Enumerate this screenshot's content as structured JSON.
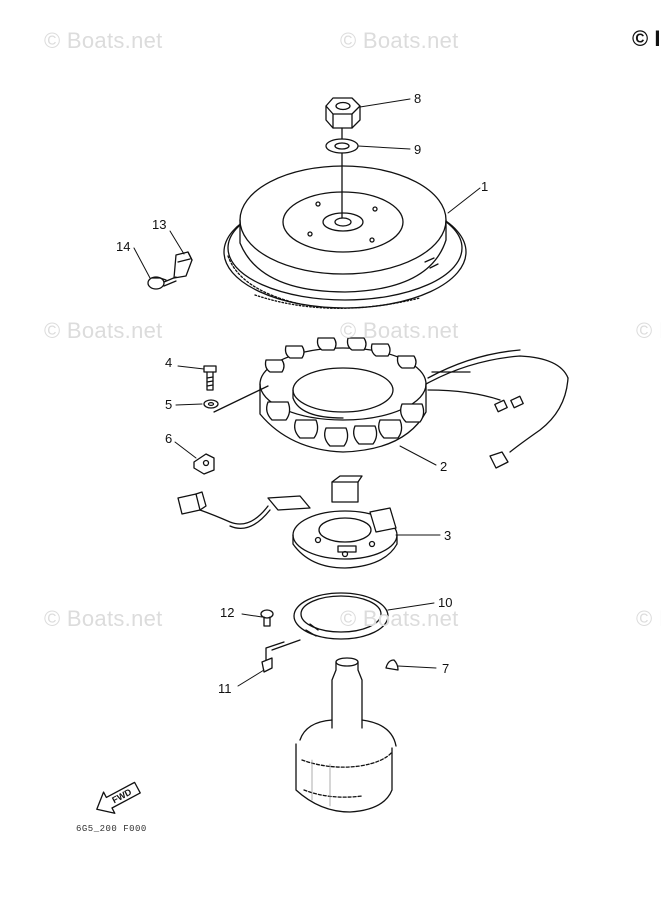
{
  "watermark": {
    "text": "© Boats.net",
    "corner_text": "© I"
  },
  "parts": {
    "flywheel": "1",
    "stator_assembly": "2",
    "pulser_coil_base": "3",
    "bolt_stator": "4",
    "washer_stator": "5",
    "clamp": "6",
    "woodruff_key": "7",
    "flywheel_nut": "8",
    "flywheel_washer": "9",
    "retaining_ring": "10",
    "ground_lead": "11",
    "screw_ground": "12",
    "lead_holder": "13",
    "bolt_holder": "14"
  },
  "fwd_label": "FWD",
  "diagram_code": "6G5_200 F000"
}
